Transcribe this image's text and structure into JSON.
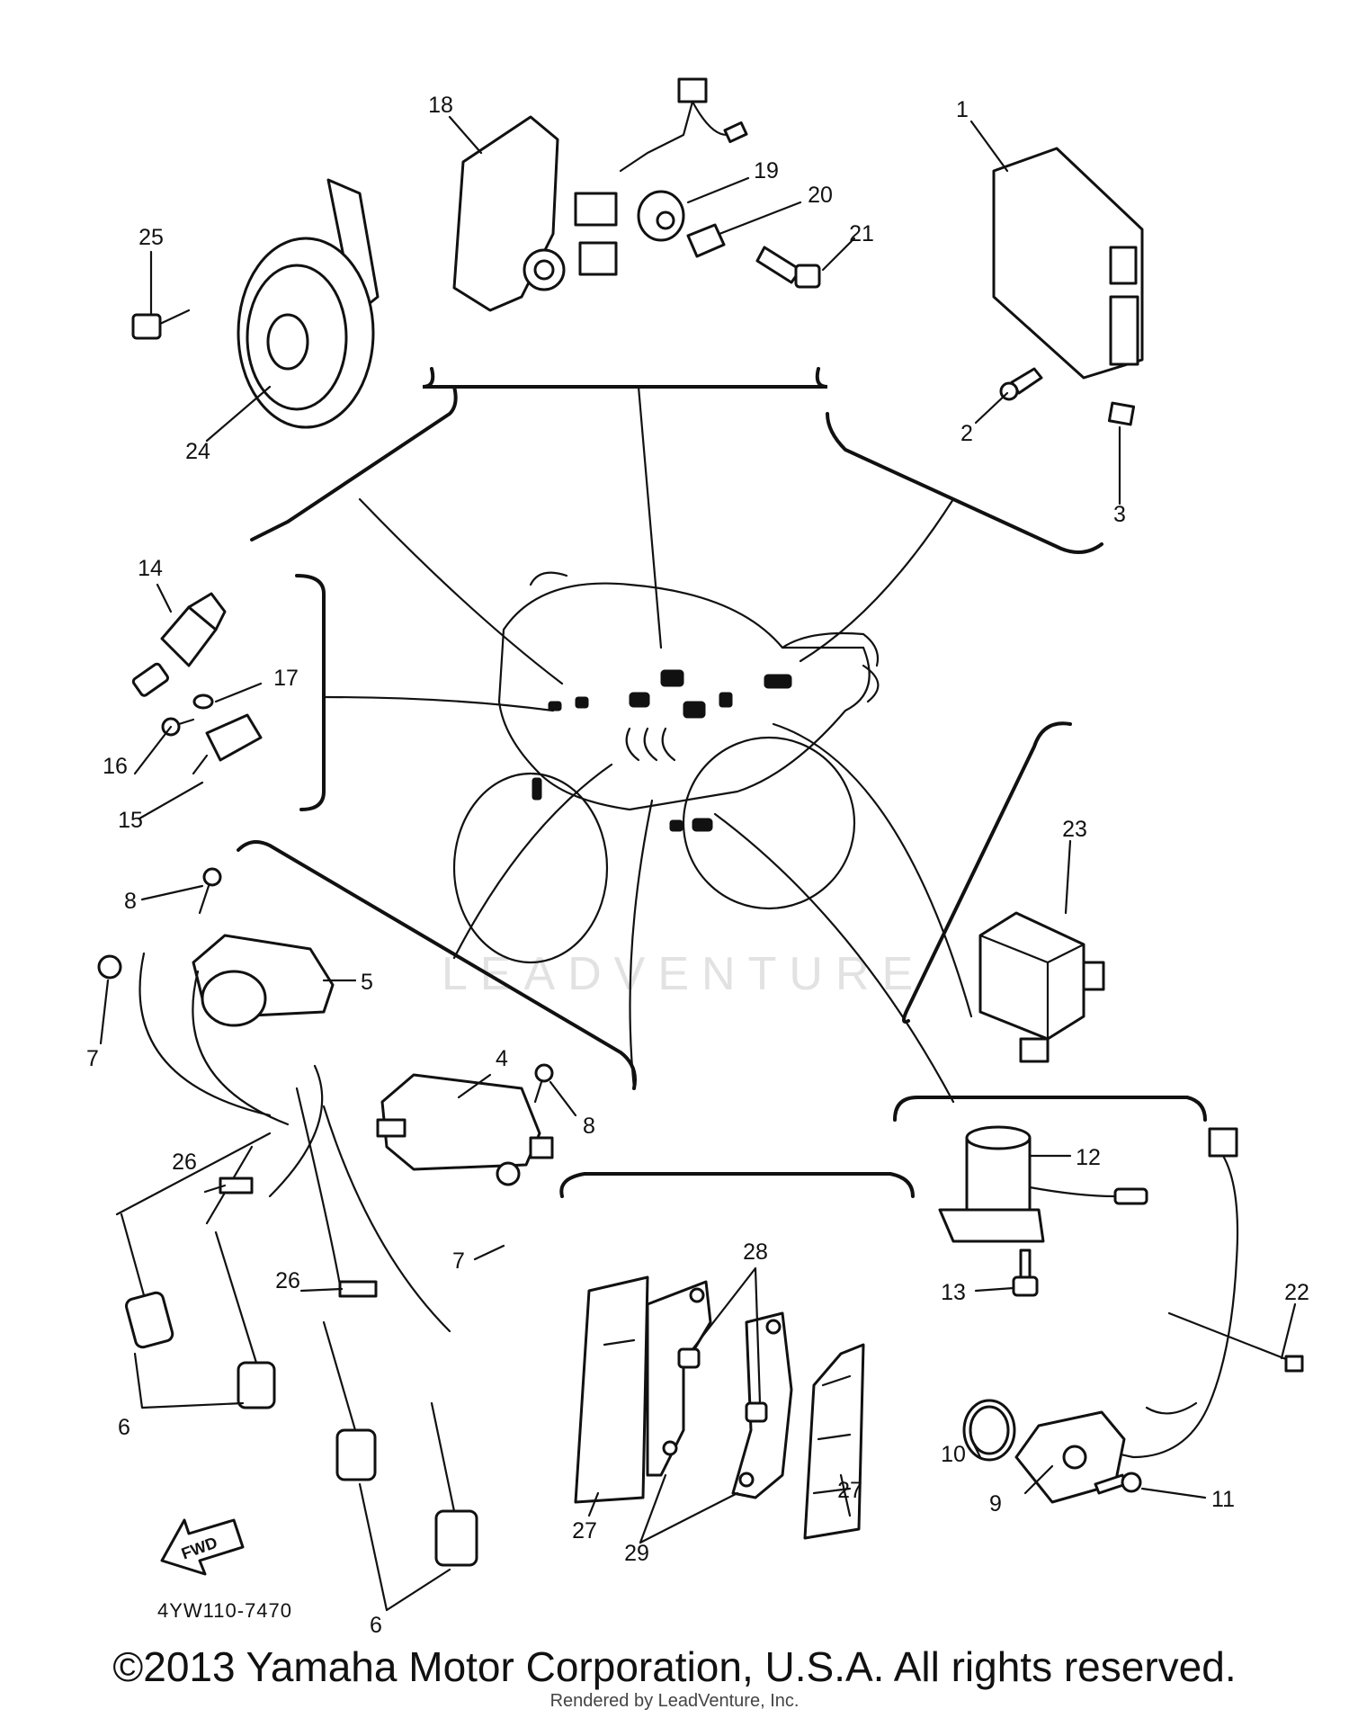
{
  "diagram": {
    "part_labels": [
      {
        "id": "1",
        "text": "1"
      },
      {
        "id": "2",
        "text": "2"
      },
      {
        "id": "3",
        "text": "3"
      },
      {
        "id": "4",
        "text": "4"
      },
      {
        "id": "5",
        "text": "5"
      },
      {
        "id": "6a",
        "text": "6"
      },
      {
        "id": "6b",
        "text": "6"
      },
      {
        "id": "7a",
        "text": "7"
      },
      {
        "id": "7b",
        "text": "7"
      },
      {
        "id": "8a",
        "text": "8"
      },
      {
        "id": "8b",
        "text": "8"
      },
      {
        "id": "9",
        "text": "9"
      },
      {
        "id": "10",
        "text": "10"
      },
      {
        "id": "11",
        "text": "11"
      },
      {
        "id": "12",
        "text": "12"
      },
      {
        "id": "13",
        "text": "13"
      },
      {
        "id": "14",
        "text": "14"
      },
      {
        "id": "15",
        "text": "15"
      },
      {
        "id": "16",
        "text": "16"
      },
      {
        "id": "17",
        "text": "17"
      },
      {
        "id": "18",
        "text": "18"
      },
      {
        "id": "19",
        "text": "19"
      },
      {
        "id": "20",
        "text": "20"
      },
      {
        "id": "21",
        "text": "21"
      },
      {
        "id": "22",
        "text": "22"
      },
      {
        "id": "23",
        "text": "23"
      },
      {
        "id": "24",
        "text": "24"
      },
      {
        "id": "25",
        "text": "25"
      },
      {
        "id": "26a",
        "text": "26"
      },
      {
        "id": "26b",
        "text": "26"
      },
      {
        "id": "27a",
        "text": "27"
      },
      {
        "id": "27b",
        "text": "27"
      },
      {
        "id": "28",
        "text": "28"
      },
      {
        "id": "29",
        "text": "29"
      }
    ],
    "fwd_label": "FWD",
    "diagram_code": "4YW110-7470",
    "watermark": "LEADVENTURE"
  },
  "footer": {
    "copyright": "©2013 Yamaha Motor Corporation, U.S.A. All rights reserved.",
    "rendered_by": "Rendered by LeadVenture, Inc."
  }
}
